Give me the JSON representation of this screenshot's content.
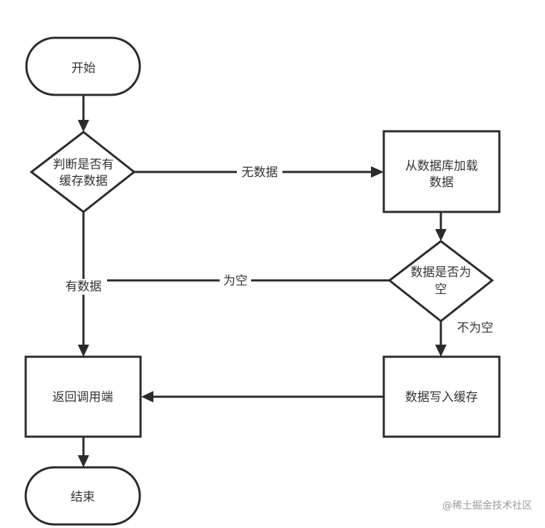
{
  "diagram": {
    "type": "flowchart",
    "nodes": {
      "start": {
        "kind": "terminator",
        "label": "开始"
      },
      "check_cache": {
        "kind": "decision",
        "label_lines": [
          "判断是否有",
          "缓存数据"
        ]
      },
      "load_db": {
        "kind": "process",
        "label_lines": [
          "从数据库加载",
          "数据"
        ]
      },
      "check_empty": {
        "kind": "decision",
        "label_lines": [
          "数据是否为",
          "空"
        ]
      },
      "write_cache": {
        "kind": "process",
        "label": "数据写入缓存"
      },
      "return_caller": {
        "kind": "process",
        "label": "返回调用端"
      },
      "end": {
        "kind": "terminator",
        "label": "结束"
      }
    },
    "edges": [
      {
        "from": "start",
        "to": "check_cache",
        "label": ""
      },
      {
        "from": "check_cache",
        "to": "load_db",
        "label": "无数据"
      },
      {
        "from": "check_cache",
        "to": "return_caller",
        "label": "有数据"
      },
      {
        "from": "load_db",
        "to": "check_empty",
        "label": ""
      },
      {
        "from": "check_empty",
        "to": "return_caller",
        "label": "为空"
      },
      {
        "from": "check_empty",
        "to": "write_cache",
        "label": "不为空"
      },
      {
        "from": "write_cache",
        "to": "return_caller",
        "label": ""
      },
      {
        "from": "return_caller",
        "to": "end",
        "label": ""
      }
    ],
    "edge_labels": {
      "no_data": "无数据",
      "has_data": "有数据",
      "is_empty": "为空",
      "not_empty": "不为空"
    }
  },
  "watermark": "@稀土掘金技术社区"
}
